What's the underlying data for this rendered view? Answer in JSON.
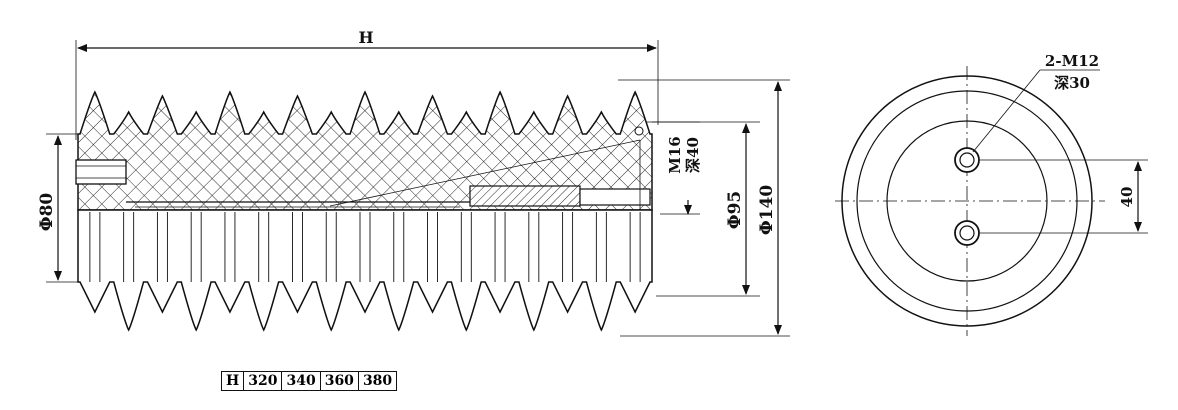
{
  "labels": {
    "overall_length": "H",
    "inner_diameter": "Φ80",
    "middle_diameter": "Φ95",
    "outer_diameter": "Φ140",
    "side_thread": "M16",
    "side_depth": "深40",
    "end_thread": "2-M12",
    "end_depth": "深30",
    "hole_spacing": "40"
  },
  "h_table": {
    "header": "H",
    "values": [
      "320",
      "340",
      "360",
      "380"
    ]
  }
}
